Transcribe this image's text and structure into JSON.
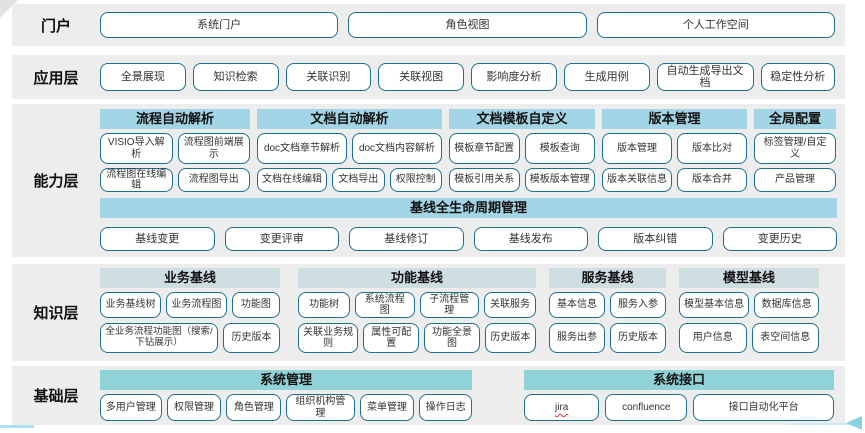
{
  "colors": {
    "band_background": "#ededed",
    "button_border": "#1e6f8e",
    "header_light_blue": "#a2d5e5",
    "header_gray_teal": "#cfdee0",
    "header_teal": "#8fd2d7",
    "arrow_accent": "#8ad2e2",
    "jira_spellcheck_underline": "#e03131"
  },
  "layers": {
    "portal": {
      "label": "门户",
      "items": [
        "系统门户",
        "角色视图",
        "个人工作空间"
      ]
    },
    "application": {
      "label": "应用层",
      "items": [
        "全景展现",
        "知识检索",
        "关联识别",
        "关联视图",
        "影响度分析",
        "生成用例",
        "自动生成导出文档",
        "稳定性分析"
      ]
    },
    "capability": {
      "label": "能力层",
      "groups": [
        {
          "title": "流程自动解析",
          "rows": [
            [
              "VISIO导入解析",
              "流程图前端展示"
            ],
            [
              "流程图在线编辑",
              "流程图导出"
            ]
          ]
        },
        {
          "title": "文档自动解析",
          "rows": [
            [
              "doc文档章节解析",
              "doc文档内容解析"
            ],
            [
              "文档在线编辑",
              "文档导出",
              "权限控制"
            ]
          ]
        },
        {
          "title": "文档模板自定义",
          "rows": [
            [
              "模板章节配置",
              "模板查询"
            ],
            [
              "模板引用关系",
              "模板版本管理"
            ]
          ]
        },
        {
          "title": "版本管理",
          "rows": [
            [
              "版本管理",
              "版本比对"
            ],
            [
              "版本关联信息",
              "版本合并"
            ]
          ]
        },
        {
          "title": "全局配置",
          "rows": [
            [
              "标签管理/自定义"
            ],
            [
              "产品管理"
            ]
          ]
        }
      ],
      "baseline": {
        "title": "基线全生命周期管理",
        "items": [
          "基线变更",
          "变更评审",
          "基线修订",
          "基线发布",
          "版本纠错",
          "变更历史"
        ]
      }
    },
    "knowledge": {
      "label": "知识层",
      "groups": [
        {
          "title": "业务基线",
          "rows": [
            [
              "业务基线树",
              "业务流程图",
              "功能图"
            ],
            [
              "全业务流程功能图（搜索/下钻展示）",
              "历史版本"
            ]
          ]
        },
        {
          "title": "功能基线",
          "rows": [
            [
              "功能树",
              "系统流程图",
              "子流程管理",
              "关联服务"
            ],
            [
              "关联业务规则",
              "属性可配置",
              "功能全景图",
              "历史版本"
            ]
          ]
        },
        {
          "title": "服务基线",
          "rows": [
            [
              "基本信息",
              "服务入参"
            ],
            [
              "服务出参",
              "历史版本"
            ]
          ]
        },
        {
          "title": "模型基线",
          "rows": [
            [
              "模型基本信息",
              "数据库信息"
            ],
            [
              "用户信息",
              "表空间信息"
            ]
          ]
        }
      ]
    },
    "base": {
      "label": "基础层",
      "groups": [
        {
          "title": "系统管理",
          "items": [
            "多用户管理",
            "权限管理",
            "角色管理",
            "组织机构管理",
            "菜单管理",
            "操作日志"
          ]
        },
        {
          "title": "系统接口",
          "items": [
            "jira",
            "confluence",
            "接口自动化平台"
          ]
        }
      ]
    }
  }
}
